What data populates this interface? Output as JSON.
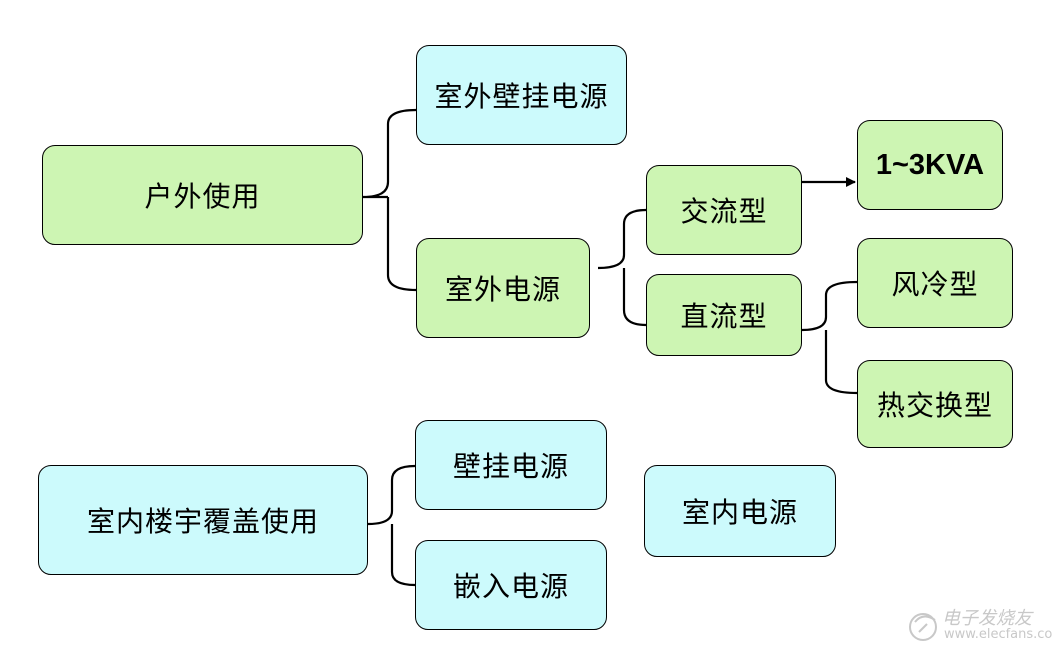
{
  "nodes": {
    "outdoor_use": "户外使用",
    "outdoor_wall_power": "室外壁挂电源",
    "outdoor_power": "室外电源",
    "ac_type": "交流型",
    "dc_type": "直流型",
    "capacity": "1~3KVA",
    "air_cooled": "风冷型",
    "heat_exchange": "热交换型",
    "indoor_coverage_use": "室内楼宇覆盖使用",
    "wall_power": "壁挂电源",
    "embedded_power": "嵌入电源",
    "indoor_power": "室内电源"
  },
  "colors": {
    "green_fill": "#cdf5b3",
    "cyan_fill": "#ccfafc",
    "outline": "#000000"
  },
  "watermark": {
    "cn": "电子发烧友",
    "url": "www.elecfans.com"
  }
}
